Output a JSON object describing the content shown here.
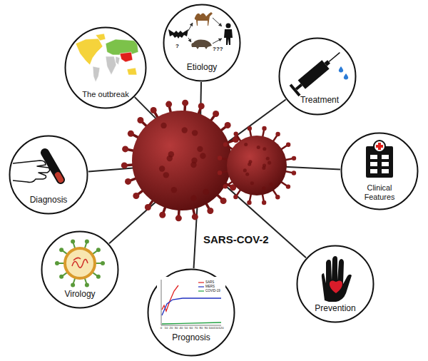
{
  "diagram": {
    "nodes": [
      {
        "text": [
          "SARS-COV-2"
        ]
      },
      {
        "text": [
          "The outbreak"
        ]
      },
      {
        "text": [
          "Etiology"
        ]
      },
      {
        "text": [
          "Treatment"
        ]
      },
      {
        "text": [
          "Clinical Features"
        ]
      },
      {
        "text": [
          "Prevention"
        ]
      },
      {
        "text": [
          "Prognosis"
        ]
      },
      {
        "text": [
          "Virology"
        ]
      },
      {
        "text": [
          "Diagnosis"
        ]
      }
    ],
    "edges": [
      {
        "from": 0,
        "to": 1,
        "arrow": "none"
      },
      {
        "from": 0,
        "to": 2,
        "arrow": "none"
      },
      {
        "from": 0,
        "to": 3,
        "arrow": "none"
      },
      {
        "from": 0,
        "to": 4,
        "arrow": "none"
      },
      {
        "from": 0,
        "to": 5,
        "arrow": "none"
      },
      {
        "from": 0,
        "to": 6,
        "arrow": "none"
      },
      {
        "from": 0,
        "to": 7,
        "arrow": "none"
      },
      {
        "from": 0,
        "to": 8,
        "arrow": "none"
      }
    ],
    "labels": [
      "?",
      "???",
      "0",
      "10",
      "20",
      "30",
      "40",
      "50",
      "60",
      "70",
      "80",
      "90",
      "100",
      "110",
      "120"
    ],
    "legend": [
      {
        "text": "SARS"
      },
      {
        "text": "MERS"
      },
      {
        "text": "COVID-19"
      }
    ]
  }
}
